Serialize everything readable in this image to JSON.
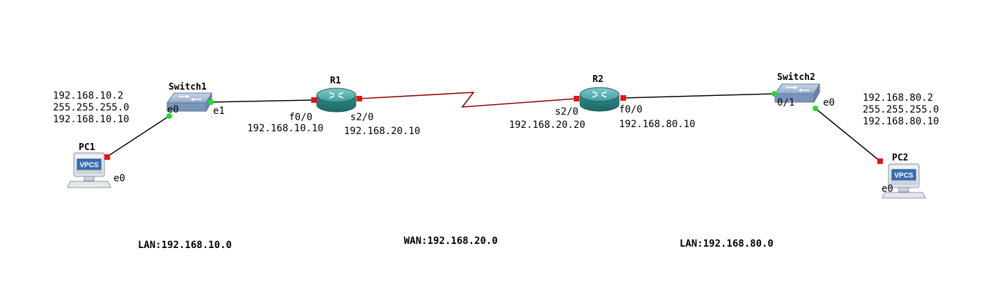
{
  "devices": {
    "pc1": {
      "name": "PC1",
      "badge": "VPCS",
      "port": "e0"
    },
    "pc2": {
      "name": "PC2",
      "badge": "VPCS",
      "port": "e0"
    },
    "switch1": {
      "name": "Switch1",
      "port_a": "e0",
      "port_b": "e1"
    },
    "switch2": {
      "name": "Switch2",
      "port_a": "0/1",
      "port_b": "e0"
    },
    "r1": {
      "name": "R1",
      "port_a": "f0/0",
      "port_b": "s2/0"
    },
    "r2": {
      "name": "R2",
      "port_a": "s2/0",
      "port_b": "f0/0"
    }
  },
  "addresses": {
    "pc1": {
      "ip": "192.168.10.2",
      "mask": "255.255.255.0",
      "gateway": "192.168.10.10"
    },
    "pc2": {
      "ip": "192.168.80.2",
      "mask": "255.255.255.0",
      "gateway": "192.168.80.10"
    },
    "r1_f0": "192.168.10.10",
    "r1_s2": "192.168.20.10",
    "r2_s2": "192.168.20.20",
    "r2_f0": "192.168.80.10"
  },
  "networks": {
    "lan1": "LAN:192.168.10.0",
    "wan": "WAN:192.168.20.0",
    "lan2": "LAN:192.168.80.0"
  },
  "colors": {
    "ethernet_link": "#000000",
    "serial_link": "#8b0000",
    "port_up": "#22dd22",
    "port_red": "#ee1111",
    "router_body": "#2e8b8b",
    "switch_body": "#8aa6c8",
    "vpcs_badge": "#3a6fb5"
  }
}
